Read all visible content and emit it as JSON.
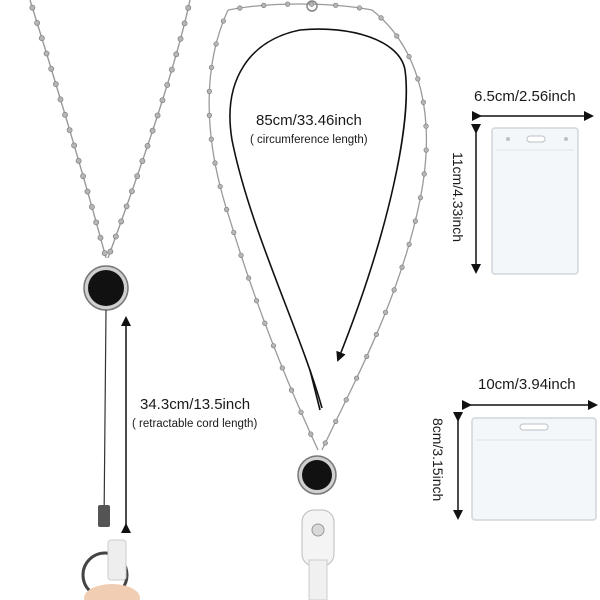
{
  "retractable": {
    "length_label": "34.3cm/13.5inch",
    "note_label": "( retractable cord length)"
  },
  "lanyard": {
    "length_label": "85cm/33.46inch",
    "note_label": "( circumference length)"
  },
  "vertical_holder": {
    "width_label": "6.5cm/2.56inch",
    "height_label": "11cm/4.33inch"
  },
  "horizontal_holder": {
    "width_label": "10cm/3.94inch",
    "height_label": "8cm/3.15inch"
  },
  "colors": {
    "chain": "#9a9a9a",
    "bead": "#b5b5b5",
    "reel": "#111111",
    "arrow": "#111111",
    "holder_border": "#cfd6dc",
    "holder_fill": "#f4f7f9"
  }
}
